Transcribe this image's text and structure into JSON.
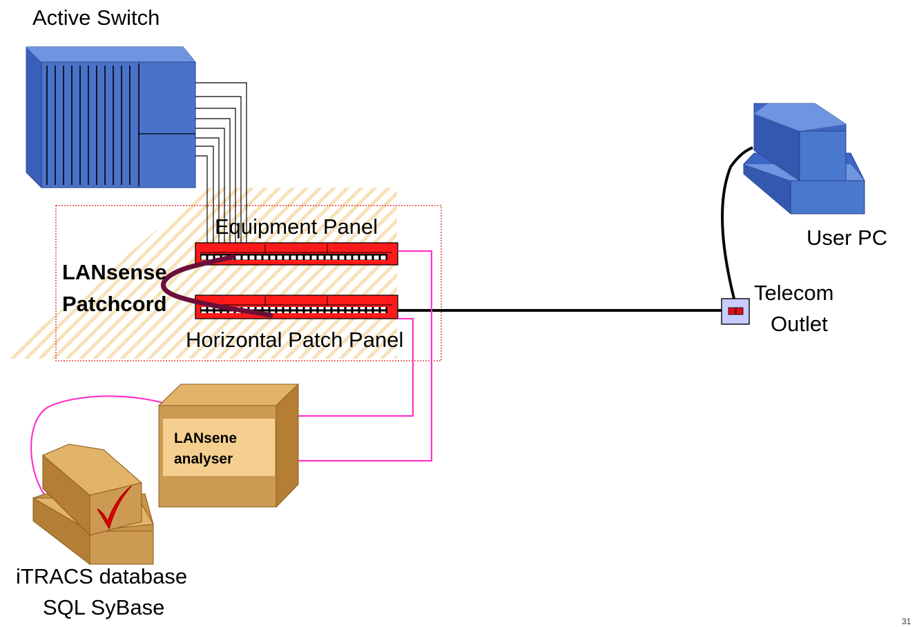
{
  "labels": {
    "active_switch": "Active Switch",
    "equipment_panel": "Equipment Panel",
    "lansense_patchcord_line1": "LANsense",
    "lansense_patchcord_line2": "Patchcord",
    "horizontal_patch_panel": "Horizontal Patch Panel",
    "telecom_outlet_line1": "Telecom",
    "telecom_outlet_line2": "Outlet",
    "user_pc": "User PC",
    "analyser_line1": "LANsene",
    "analyser_line2": "analyser",
    "database_line1": "iTRACS database",
    "database_line2": "SQL SyBase",
    "page_number": "31"
  },
  "icons": {
    "switch": "network-switch-icon",
    "pc": "computer-icon",
    "outlet": "telecom-outlet-icon",
    "analyser": "analyser-box-icon",
    "database": "database-computer-icon",
    "check": "checkmark-icon"
  },
  "colors": {
    "switch_blue": "#4a72c8",
    "pc_blue": "#4a78cc",
    "panel_red": "#ff1a1a",
    "patchcord": "#6b0f3a",
    "sense_wire": "#ff33cc",
    "analyser_tan": "#d9a55a",
    "outlet_fill": "#c8ccff",
    "check_red": "#e00000",
    "hatch": "#f3d9a6",
    "zone_border": "#e04040"
  }
}
